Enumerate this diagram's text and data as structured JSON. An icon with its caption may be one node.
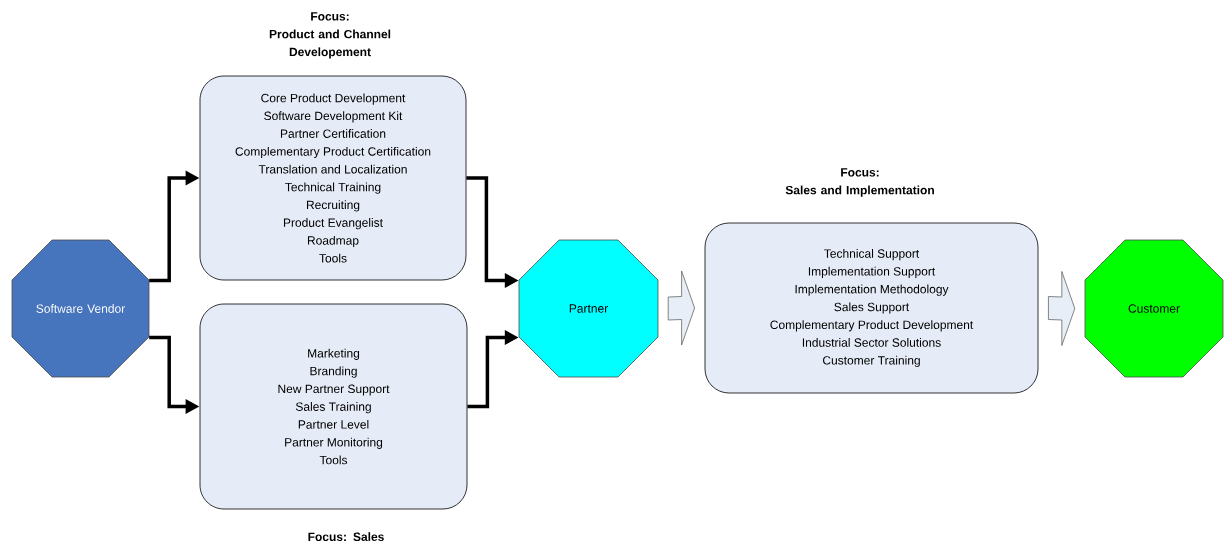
{
  "diagram": {
    "nodes": [
      {
        "text": [
          "Software Vendor"
        ]
      },
      {
        "text": [
          "Focus:",
          "Product and Channel Developement",
          "Core Product Development",
          "Software Development Kit",
          "Partner Certification",
          "Complementary Product Certification",
          "Translation and Localization",
          "Technical Training",
          "Recruiting",
          "Product Evangelist",
          "Roadmap",
          "Tools"
        ]
      },
      {
        "text": [
          "Marketing",
          "Branding",
          "New Partner Support",
          "Sales Training",
          "Partner Level",
          "Partner Monitoring",
          "Tools",
          "Focus: Sales"
        ]
      },
      {
        "text": [
          "Partner"
        ]
      },
      {
        "text": [
          "Focus:",
          "Sales and Implementation",
          "Technical Support",
          "Implementation Support",
          "Implementation Methodology",
          "Sales Support",
          "Complementary Product Development",
          "Industrial Sector Solutions",
          "Customer Training"
        ]
      },
      {
        "text": [
          "Customer"
        ]
      }
    ],
    "edges": [
      {
        "from": 0,
        "to": 1,
        "arrow": "to"
      },
      {
        "from": 0,
        "to": 2,
        "arrow": "to"
      },
      {
        "from": 1,
        "to": 3,
        "arrow": "to"
      },
      {
        "from": 2,
        "to": 3,
        "arrow": "to"
      },
      {
        "from": 3,
        "to": 4,
        "arrow": "to",
        "style": "thick"
      },
      {
        "from": 4,
        "to": 5,
        "arrow": "to",
        "style": "thick"
      }
    ]
  }
}
